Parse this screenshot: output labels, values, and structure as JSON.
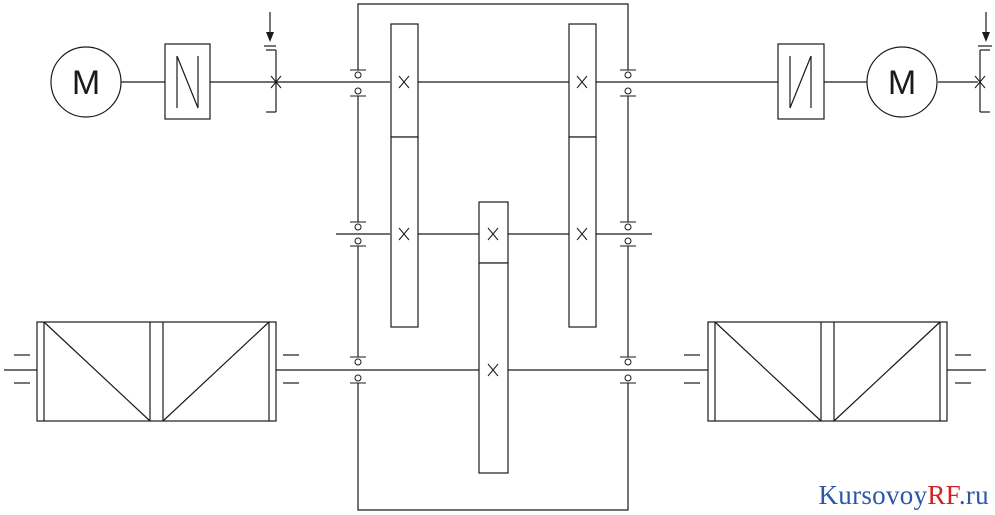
{
  "diagram": {
    "motor_symbol": "M",
    "colors": {
      "line": "#1a1a1a",
      "watermark_blue": "#2b57a8",
      "watermark_red": "#d42020"
    }
  },
  "watermark": {
    "part1": "Kursovoy",
    "part2": "RF",
    "part3": ".ru"
  }
}
